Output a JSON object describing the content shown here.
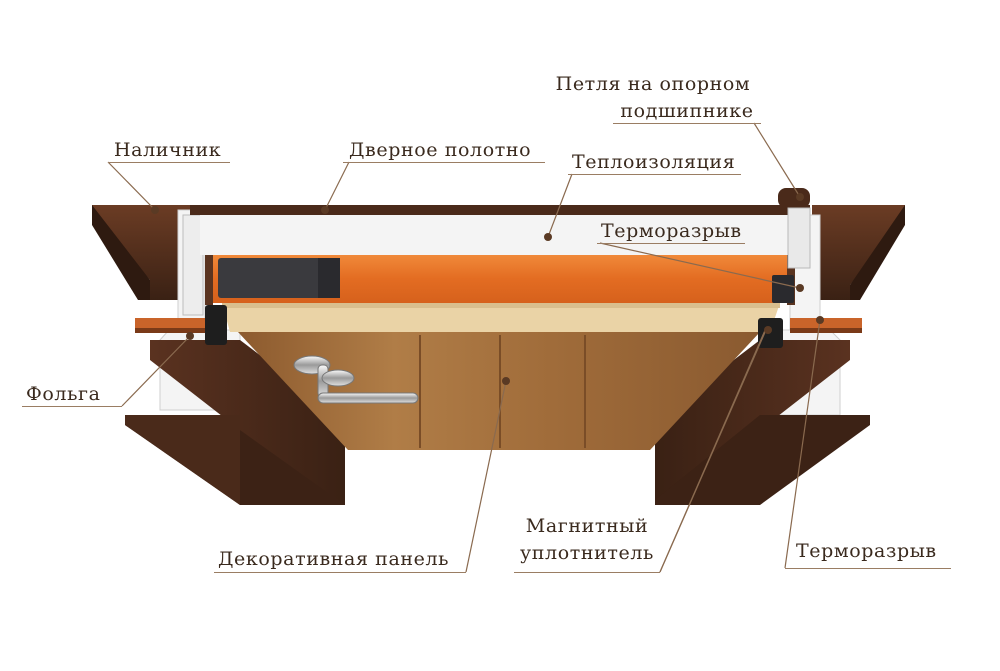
{
  "colors": {
    "brown_dark": "#3e2417",
    "brown_mid": "#5b3420",
    "orange": "#e8762a",
    "insulation": "#f2f2f2",
    "wood_light": "#e9cfa0",
    "panel_wood": "#a7743f",
    "leader_line": "#8a6a4f",
    "marker": "#5a3a24",
    "label_text": "#3a2a1e"
  },
  "labels": {
    "nalichnik": "Наличник",
    "dvernoe_polotno": "Дверное полотно",
    "petlya_line1": "Петля на опорном",
    "petlya_line2": "подшипнике",
    "teploizolyaciya": "Теплоизоляция",
    "termorazryv_top": "Терморазрыв",
    "folga": "Фольга",
    "dekorativnaya_panel": "Декоративная панель",
    "magnitnyy_line1": "Магнитный",
    "magnitnyy_line2": "уплотнитель",
    "termorazryv_bottom": "Терморазрыв"
  }
}
